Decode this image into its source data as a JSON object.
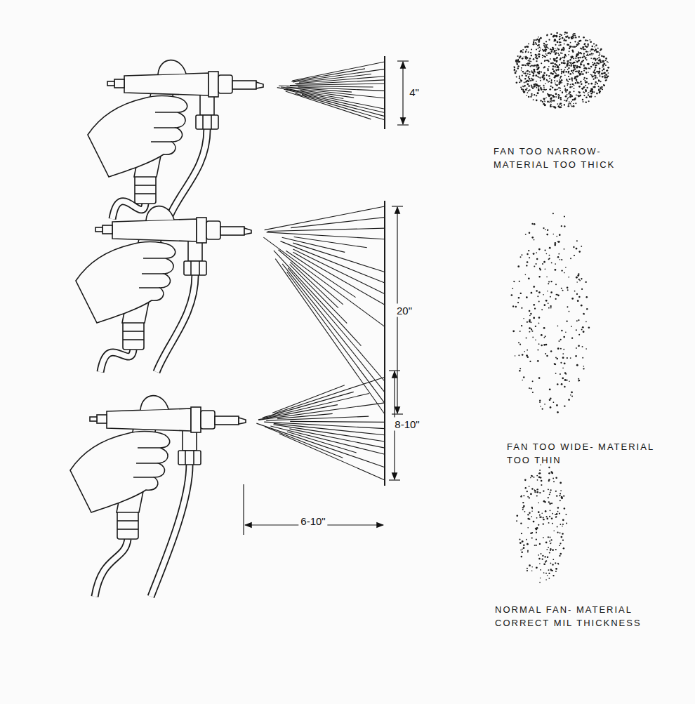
{
  "diagram": {
    "labels": [
      "4\"",
      "FAN TOO NARROW- MATERIAL TOO THICK",
      "20\"",
      "FAN TOO WIDE- MATERIAL TOO THIN",
      "8-10\"",
      "6-10\"",
      "NORMAL FAN- MATERIAL CORRECT MIL THICKNESS"
    ]
  }
}
